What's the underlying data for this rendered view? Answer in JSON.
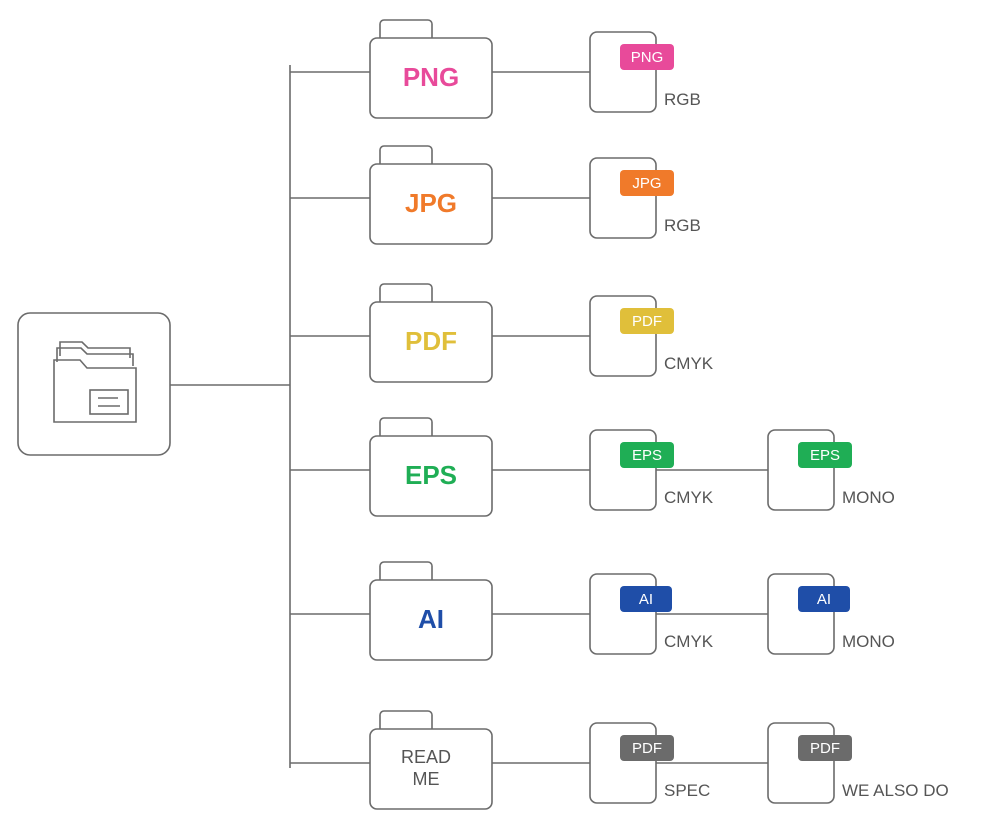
{
  "colors": {
    "line": "#6b6b6b",
    "png": "#e84a9a",
    "jpg": "#f07a2a",
    "pdf": "#e0bf3a",
    "eps": "#1fae55",
    "ai": "#1f4ea8",
    "readme": "#555555",
    "gray_badge": "#6b6b6b",
    "sub_text": "#555555"
  },
  "root": {
    "icon": "folder-stack-icon"
  },
  "rows": [
    {
      "folder": {
        "label": "PNG",
        "color_key": "png"
      },
      "files": [
        {
          "badge": "PNG",
          "caption": "RGB",
          "color_key": "png"
        }
      ]
    },
    {
      "folder": {
        "label": "JPG",
        "color_key": "jpg"
      },
      "files": [
        {
          "badge": "JPG",
          "caption": "RGB",
          "color_key": "jpg"
        }
      ]
    },
    {
      "folder": {
        "label": "PDF",
        "color_key": "pdf"
      },
      "files": [
        {
          "badge": "PDF",
          "caption": "CMYK",
          "color_key": "pdf"
        }
      ]
    },
    {
      "folder": {
        "label": "EPS",
        "color_key": "eps"
      },
      "files": [
        {
          "badge": "EPS",
          "caption": "CMYK",
          "color_key": "eps"
        },
        {
          "badge": "EPS",
          "caption": "MONO",
          "color_key": "eps"
        }
      ]
    },
    {
      "folder": {
        "label": "AI",
        "color_key": "ai"
      },
      "files": [
        {
          "badge": "AI",
          "caption": "CMYK",
          "color_key": "ai"
        },
        {
          "badge": "AI",
          "caption": "MONO",
          "color_key": "ai"
        }
      ]
    },
    {
      "folder": {
        "label": "READ ME",
        "lines": [
          "READ",
          "ME"
        ],
        "color_key": "readme"
      },
      "files": [
        {
          "badge": "PDF",
          "caption": "SPEC",
          "color_key": "gray_badge"
        },
        {
          "badge": "PDF",
          "caption": "WE ALSO DO",
          "color_key": "gray_badge"
        }
      ]
    }
  ]
}
